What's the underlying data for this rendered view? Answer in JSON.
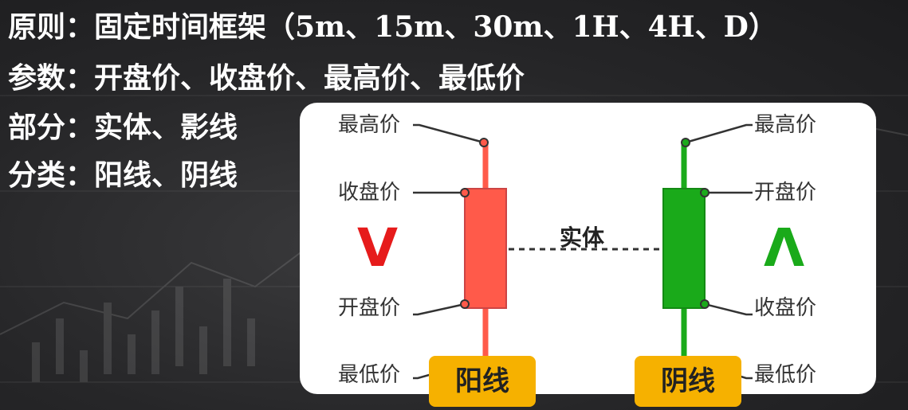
{
  "intro": {
    "principle": "原则：固定时间框架（5m、15m、30m、1H、4H、D）",
    "params": "参数：开盘价、收盘价、最高价、最低价",
    "parts": "部分：实体、影线",
    "types": "分类：阳线、阴线"
  },
  "diagram": {
    "bullish": {
      "high": "最高价",
      "close": "收盘价",
      "open": "开盘价",
      "low": "最低价",
      "badge": "阳线",
      "arrow_glyph": "V",
      "color": "#ff5a4a",
      "arrow_color": "#e61b1b"
    },
    "bearish": {
      "high": "最高价",
      "open": "开盘价",
      "close": "收盘价",
      "low": "最低价",
      "badge": "阴线",
      "arrow_glyph": "Λ",
      "color": "#1aaa1a",
      "arrow_color": "#1aaa1a"
    },
    "body_label": "实体",
    "badge_color": "#f6b100"
  }
}
